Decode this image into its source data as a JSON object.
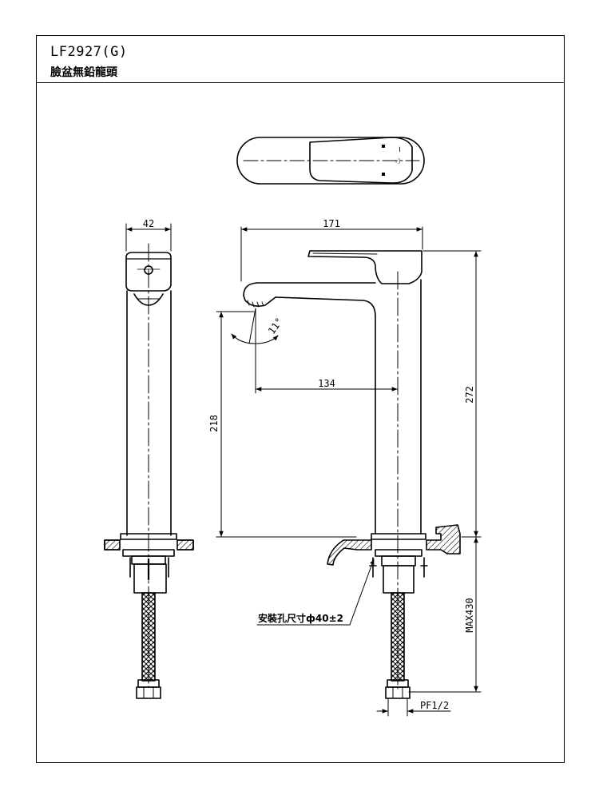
{
  "title_block": {
    "model_code": "LF2927(G)",
    "product_name": "臉盆無鉛龍頭"
  },
  "dimensions": {
    "side_width": "42",
    "overall_reach": "171",
    "tilt_angle": "11°",
    "spout_reach": "134",
    "spout_height": "218",
    "overall_height": "272",
    "max_below_deck": "MAX430",
    "connection_thread": "PF1/2"
  },
  "notes": {
    "mounting_hole": "安裝孔尺寸ф40±2"
  },
  "colors": {
    "line": "#000000",
    "paper": "#ffffff"
  }
}
